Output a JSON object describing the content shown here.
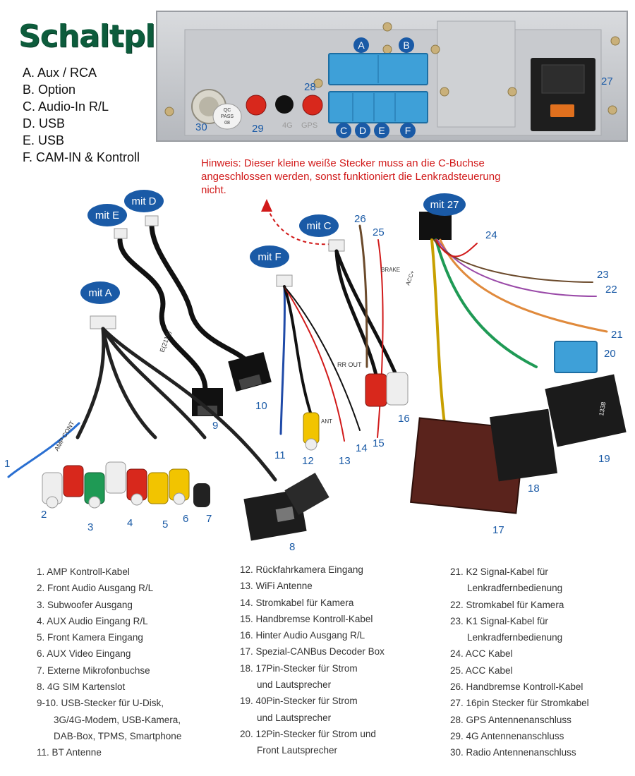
{
  "title": "Schaltplan",
  "ports": [
    "A. Aux / RCA",
    "B. Option",
    "C. Audio-In R/L",
    "D. USB",
    "E. USB",
    "F. CAM-IN & Kontroll"
  ],
  "hint": "Hinweis: Dieser kleine weiße Stecker muss an die C-Buchse angeschlossen werden, sonst funktioniert die Lenkradsteuerung nicht.",
  "unit_labels": {
    "port_a": "A",
    "port_b": "B",
    "port_c": "C",
    "port_d": "D",
    "port_e": "E",
    "port_f": "F",
    "n27": "27",
    "n28": "28",
    "n29": "29",
    "n30": "30",
    "qc": "QC",
    "pass": "PASS",
    "qc_num": "08",
    "gps": "GPS",
    "fourg": "4G"
  },
  "bubbles": {
    "mit_e": "mit E",
    "mit_d": "mit D",
    "mit_a": "mit A",
    "mit_f": "mit F",
    "mit_c": "mit C",
    "mit_27": "mit 27"
  },
  "cable_numbers": {
    "n1": "1",
    "n2": "2",
    "n3": "3",
    "n4": "4",
    "n5": "5",
    "n6": "6",
    "n7": "7",
    "n8": "8",
    "n9": "9",
    "n10": "10",
    "n11": "11",
    "n12": "12",
    "n13": "13",
    "n14": "14",
    "n15": "15",
    "n16": "16",
    "n17": "17",
    "n18": "18",
    "n19": "19",
    "n20": "20",
    "n21": "21",
    "n22": "22",
    "n23": "23",
    "n24": "24",
    "n25": "25",
    "n26": "26"
  },
  "cable_tags": {
    "amp_cont": "AMP CONT",
    "brake": "BRAKE",
    "acc": "ACC+",
    "rr_out": "RR OUT",
    "ant": "ANT",
    "decoder": "1338",
    "usb": "E(2118)"
  },
  "legend_col1": [
    {
      "text": "1. AMP Kontroll-Kabel"
    },
    {
      "text": "2. Front Audio Ausgang R/L"
    },
    {
      "text": "3. Subwoofer Ausgang"
    },
    {
      "text": "4. AUX Audio Eingang R/L"
    },
    {
      "text": "5. Front Kamera Eingang"
    },
    {
      "text": "6. AUX Video Eingang"
    },
    {
      "text": "7. Externe Mikrofonbuchse"
    },
    {
      "text": "8. 4G SIM Kartenslot"
    },
    {
      "text": "9-10. USB-Stecker für U-Disk,"
    },
    {
      "text": "3G/4G-Modem, USB-Kamera,",
      "cont": true
    },
    {
      "text": "DAB-Box, TPMS, Smartphone",
      "cont": true
    },
    {
      "text": "11. BT Antenne"
    }
  ],
  "legend_col2": [
    {
      "text": "12. Rückfahrkamera Eingang"
    },
    {
      "text": "13. WiFi Antenne"
    },
    {
      "text": "14. Stromkabel für Kamera"
    },
    {
      "text": "15. Handbremse Kontroll-Kabel"
    },
    {
      "text": "16. Hinter Audio Ausgang R/L"
    },
    {
      "text": "17. Spezial-CANBus Decoder Box"
    },
    {
      "text": "18. 17Pin-Stecker für Strom"
    },
    {
      "text": "und Lautsprecher",
      "cont": true
    },
    {
      "text": "19. 40Pin-Stecker für Strom"
    },
    {
      "text": "und Lautsprecher",
      "cont": true
    },
    {
      "text": "20. 12Pin-Stecker für Strom und"
    },
    {
      "text": "Front Lautsprecher",
      "cont": true
    }
  ],
  "legend_col3": [
    {
      "text": "21. K2 Signal-Kabel für"
    },
    {
      "text": "Lenkradfernbedienung",
      "cont": true
    },
    {
      "text": "22. Stromkabel für Kamera"
    },
    {
      "text": "23. K1 Signal-Kabel für"
    },
    {
      "text": "Lenkradfernbedienung",
      "cont": true
    },
    {
      "text": "24. ACC Kabel"
    },
    {
      "text": "25. ACC Kabel"
    },
    {
      "text": "26. Handbremse Kontroll-Kabel"
    },
    {
      "text": "27. 16pin Stecker für Stromkabel"
    },
    {
      "text": "28. GPS Antennenanschluss"
    },
    {
      "text": "29. 4G Antennenanschluss"
    },
    {
      "text": "30. Radio Antennenanschluss"
    }
  ],
  "colors": {
    "title": "#0d5c3c",
    "hint": "#d11a1a",
    "bubble": "#1a5aa6",
    "port_blue": "#3ea0d8",
    "rca_red": "#d8281c",
    "rca_white": "#eeeeee",
    "rca_yellow": "#f2c400",
    "rca_green": "#1f9a55",
    "metal": "#c9cbcf"
  }
}
